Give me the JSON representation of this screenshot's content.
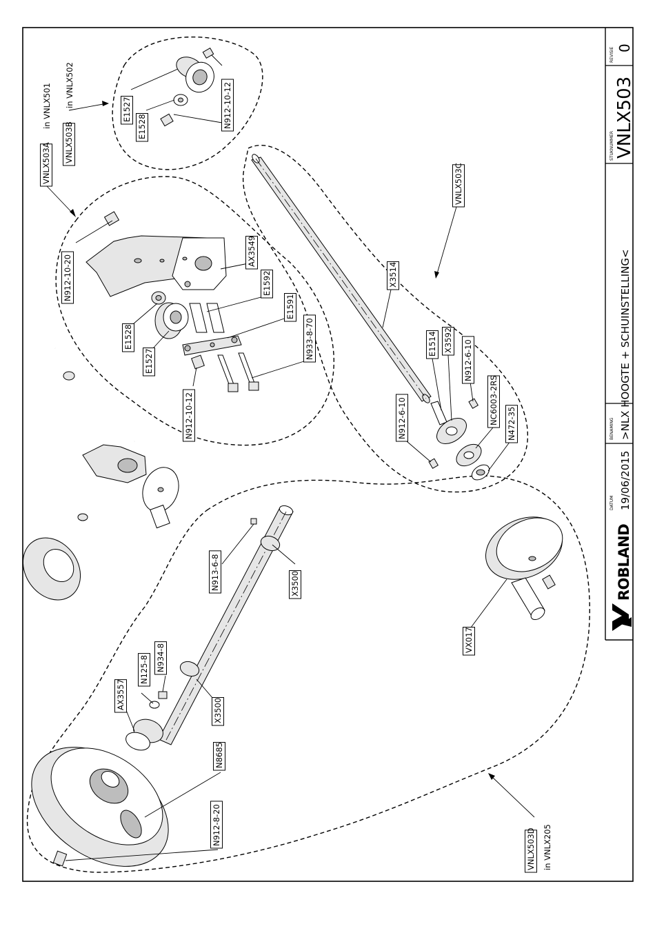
{
  "title_block": {
    "datum_label": "DATUM",
    "datum_value": "19/06/2015",
    "benaming_label": "BENAMING",
    "benaming_value": ">NLX HOOGTE + SCHUINSTELLING<",
    "stuknummer_label": "STUKNUMMER",
    "stuknummer_value": "VNLX503",
    "revisie_label": "REVISIE",
    "revisie_value": "0",
    "logo_text": "ROBLAND"
  },
  "assemblies": {
    "a_label": "VNLX503A",
    "a_suffix": "in VNLX501",
    "b_label": "VNLX503B",
    "b_suffix": "in VNLX502",
    "c_label": "VNLX503C",
    "d_label": "VNLX503D",
    "d_suffix": "in VNLX205"
  },
  "parts": {
    "b_e1527": "E1527",
    "b_e1528": "E1528",
    "b_n912_10_12": "N912-10-12",
    "a_n912_10_20": "N912-10-20",
    "a_ax3549": "AX3549",
    "a_e1592": "E1592",
    "a_e1591": "E1591",
    "a_n933_8_70": "N933-8-70",
    "a_e1528": "E1528",
    "a_e1527": "E1527",
    "a_n912_10_12": "N912-10-12",
    "c_x3514": "X3514",
    "c_e1514": "E1514",
    "c_x3592": "X3592",
    "c_n912_6_10_a": "N912-6-10",
    "c_n912_6_10_b": "N912-6-10",
    "c_nc6003_2rs": "NC6003-2RS",
    "c_n472_35": "N472-35",
    "d_n913_6_8": "N913-6-8",
    "d_x3500_a": "X3500",
    "d_x3500_b": "X3500",
    "d_n125_8": "N125-8",
    "d_n934_8": "N934-8",
    "d_ax3557": "AX3557",
    "d_n8685": "N8685",
    "d_n912_8_20": "N912-8-20",
    "d_vx017": "VX017"
  }
}
